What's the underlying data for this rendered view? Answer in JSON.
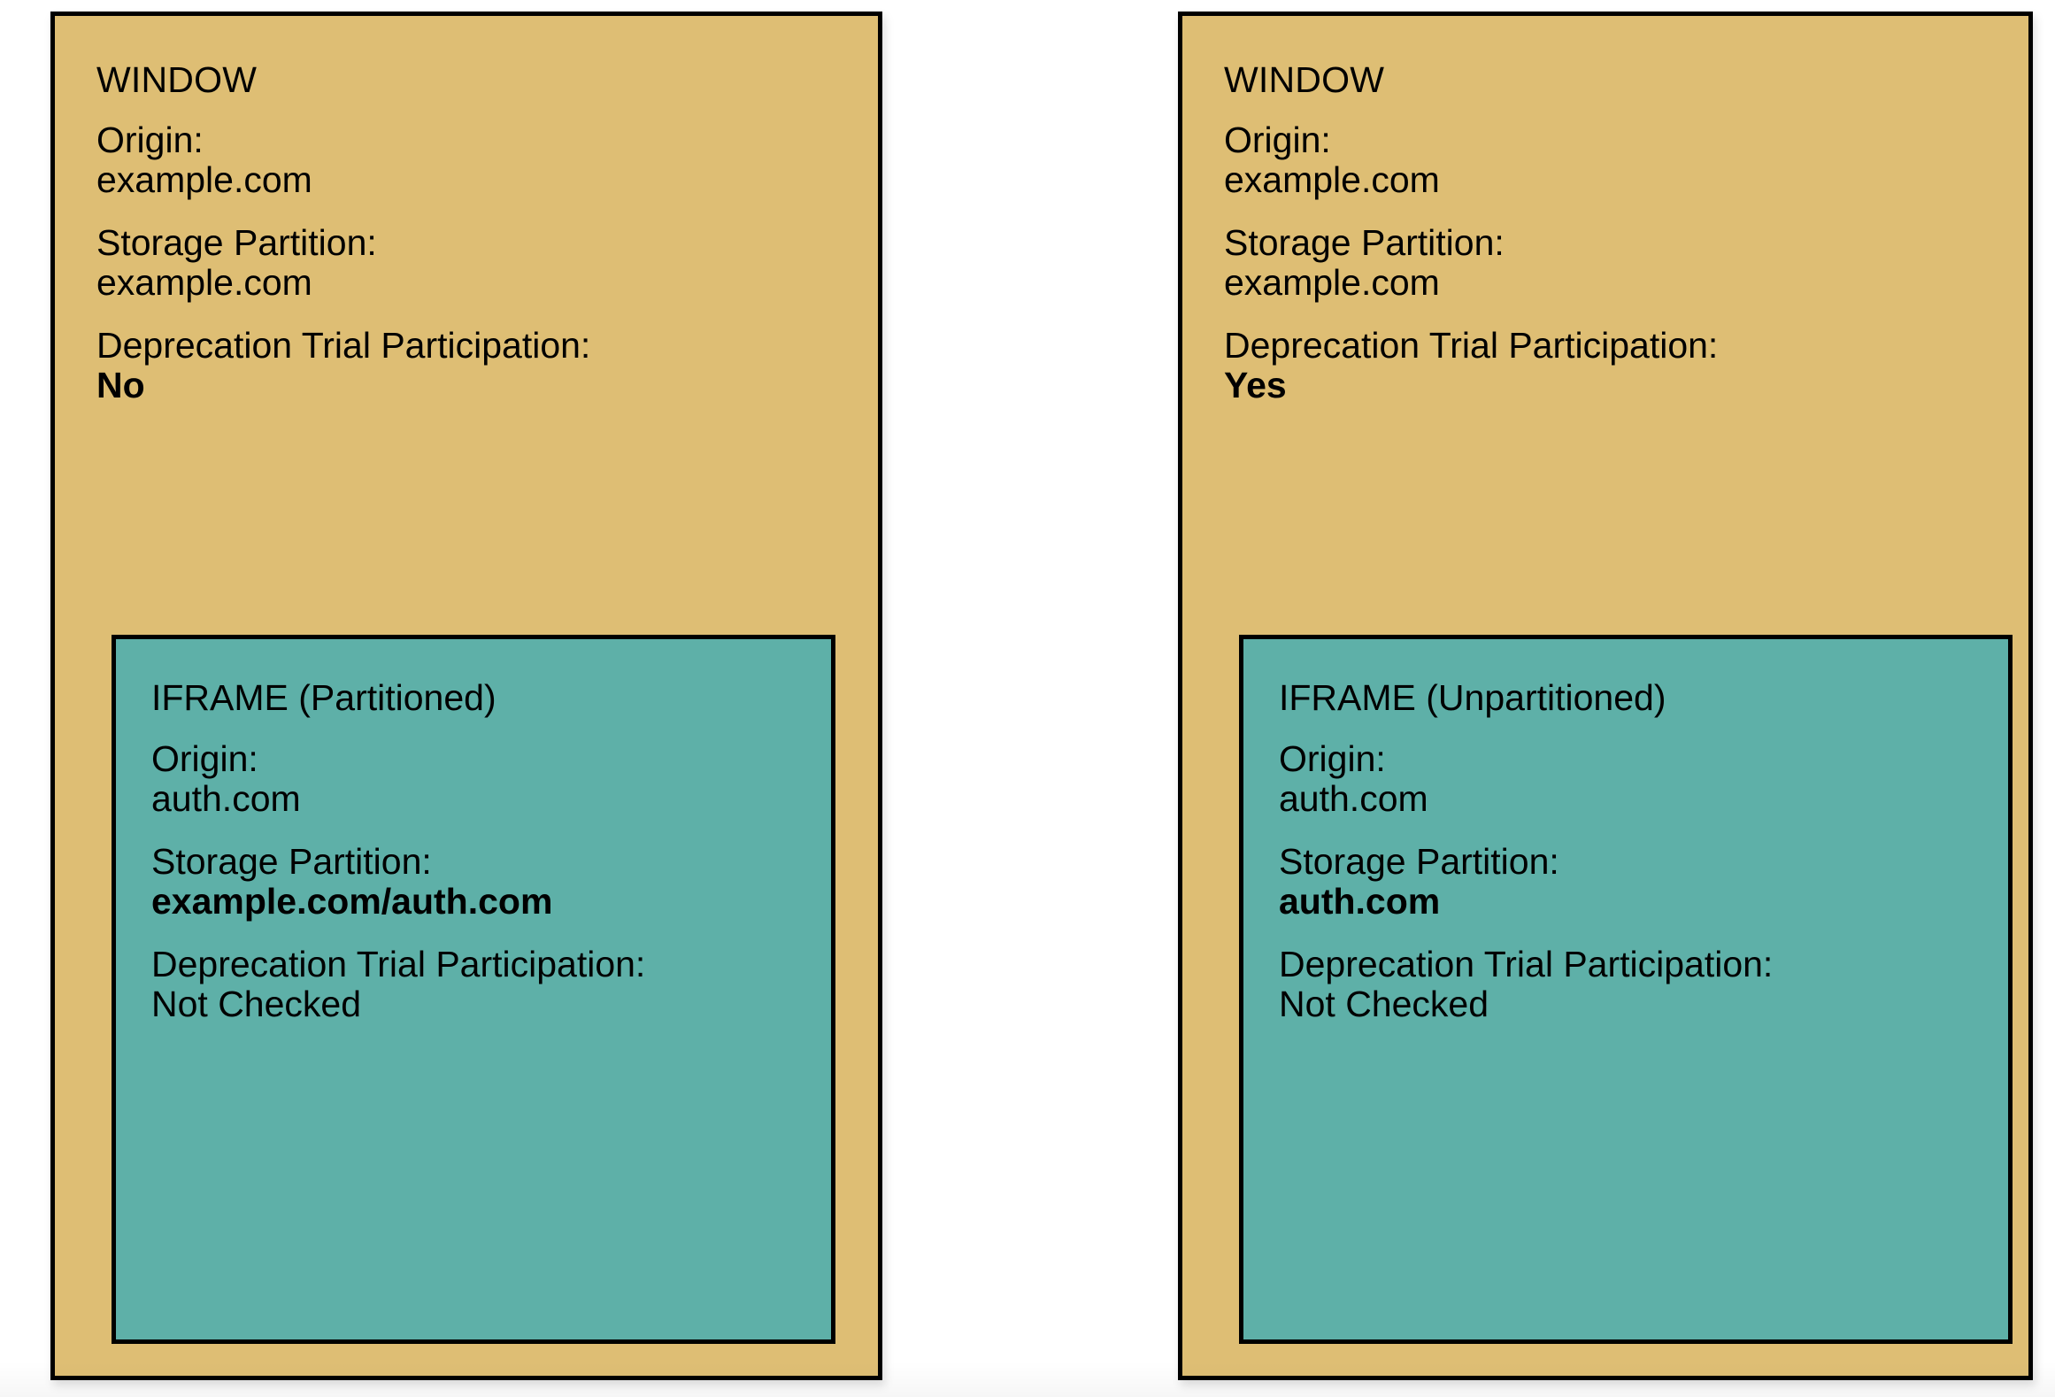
{
  "colors": {
    "window_fill": "#debe74",
    "iframe_fill": "#5eb0a8",
    "stroke": "#000000",
    "background": "#ffffff"
  },
  "panels": [
    {
      "window": {
        "title": "WINDOW",
        "fields": [
          {
            "label": "Origin:",
            "value": "example.com",
            "bold": false
          },
          {
            "label": "Storage Partition:",
            "value": "example.com",
            "bold": false
          },
          {
            "label": "Deprecation Trial Participation:",
            "value": "No",
            "bold": true
          }
        ]
      },
      "iframe": {
        "title": "IFRAME (Partitioned)",
        "fields": [
          {
            "label": "Origin:",
            "value": "auth.com",
            "bold": false
          },
          {
            "label": "Storage Partition:",
            "value": "example.com/auth.com",
            "bold": true
          },
          {
            "label": "Deprecation Trial Participation:",
            "value": "Not Checked",
            "bold": false
          }
        ]
      }
    },
    {
      "window": {
        "title": "WINDOW",
        "fields": [
          {
            "label": "Origin:",
            "value": "example.com",
            "bold": false
          },
          {
            "label": "Storage Partition:",
            "value": "example.com",
            "bold": false
          },
          {
            "label": "Deprecation Trial Participation:",
            "value": "Yes",
            "bold": true
          }
        ]
      },
      "iframe": {
        "title": "IFRAME (Unpartitioned)",
        "fields": [
          {
            "label": "Origin:",
            "value": "auth.com",
            "bold": false
          },
          {
            "label": "Storage Partition:",
            "value": "auth.com",
            "bold": true
          },
          {
            "label": "Deprecation Trial Participation:",
            "value": "Not Checked",
            "bold": false
          }
        ]
      }
    }
  ]
}
